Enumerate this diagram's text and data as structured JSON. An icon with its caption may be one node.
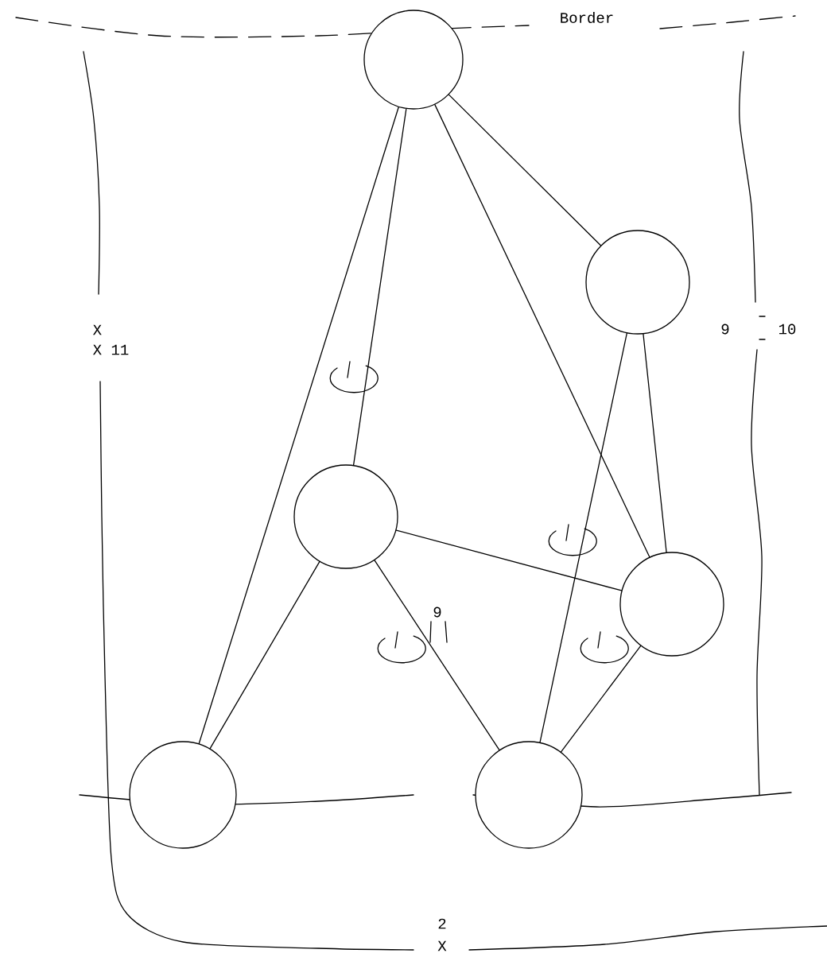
{
  "diagram": {
    "nodes": [
      {
        "text": [],
        "shape": "circle"
      },
      {
        "text": [],
        "shape": "circle"
      },
      {
        "text": [],
        "shape": "circle"
      },
      {
        "text": [],
        "shape": "circle"
      },
      {
        "text": [],
        "shape": "circle"
      },
      {
        "text": [],
        "shape": "circle"
      }
    ],
    "edges": [
      {
        "from": 0,
        "to": 4,
        "arrow": "none"
      },
      {
        "from": 0,
        "to": 2,
        "arrow": "none"
      },
      {
        "from": 0,
        "to": 1,
        "arrow": "none"
      },
      {
        "from": 0,
        "to": 3,
        "arrow": "none"
      },
      {
        "from": 1,
        "to": 5,
        "arrow": "none"
      },
      {
        "from": 1,
        "to": 3,
        "arrow": "none"
      },
      {
        "from": 2,
        "to": 3,
        "arrow": "none"
      },
      {
        "from": 2,
        "to": 4,
        "arrow": "none"
      },
      {
        "from": 2,
        "to": 5,
        "arrow": "none"
      },
      {
        "from": 3,
        "to": 5,
        "arrow": "none"
      }
    ],
    "labels": [
      "Border",
      "X",
      "X 11",
      "9",
      "10",
      "9",
      "2",
      "X"
    ]
  }
}
